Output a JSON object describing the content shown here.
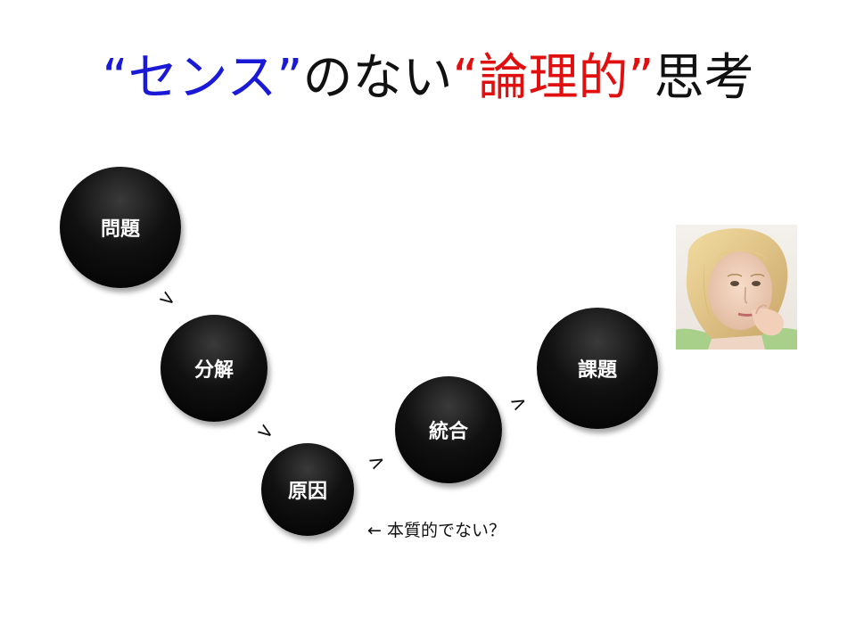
{
  "title": {
    "quote_open_1": "“",
    "sense": "センス",
    "quote_close_1": "”",
    "middle": "のない",
    "quote_open_2": "“",
    "logical": "論理的",
    "quote_close_2": "”",
    "thinking": "思考",
    "colors": {
      "sense": "#1a1ad6",
      "logical": "#e01010",
      "text": "#111111"
    }
  },
  "nodes": {
    "problem": "問題",
    "decompose": "分解",
    "cause": "原因",
    "integrate": "統合",
    "issue": "課題"
  },
  "arrows": {
    "a1": ">",
    "a2": ">",
    "a3": ">",
    "a4": ">"
  },
  "note": "← 本質的でない？",
  "image": {
    "icon": "thinking-woman-photo"
  }
}
